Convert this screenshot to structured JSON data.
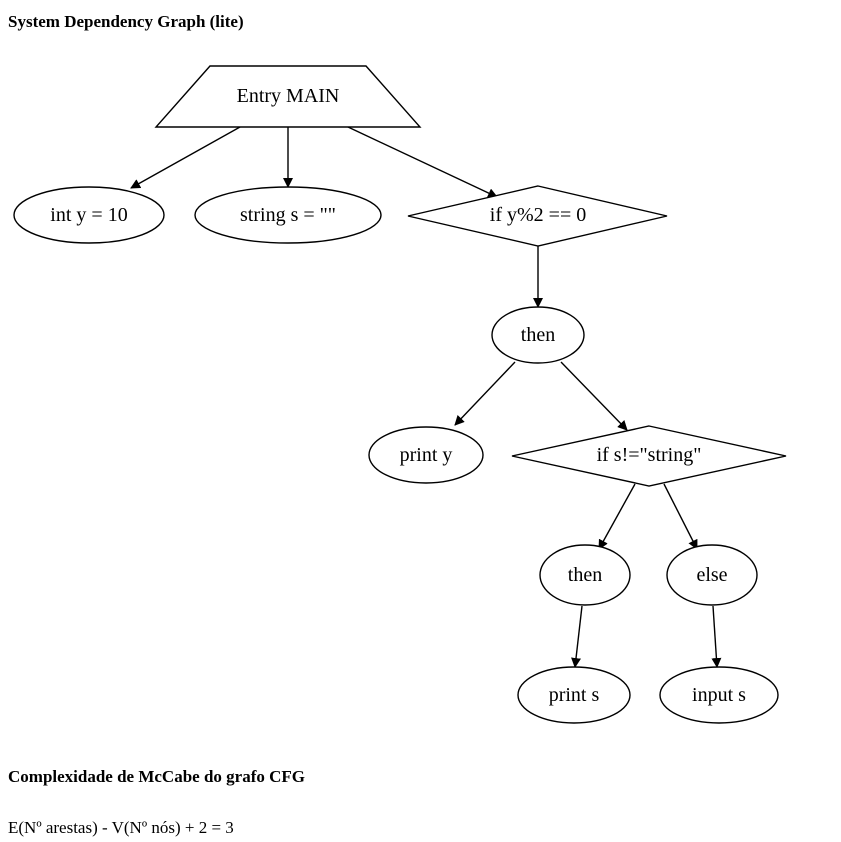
{
  "page": {
    "title": "System Dependency Graph (lite)",
    "mccabe_heading": "Complexidade de McCabe do grafo CFG",
    "mccabe_formula": "E(Nº arestas) - V(Nº nós) + 2 = 3"
  },
  "graph": {
    "nodes": {
      "entry": {
        "label": "Entry MAIN",
        "shape": "trapezium"
      },
      "int_y": {
        "label": "int y = 10",
        "shape": "ellipse"
      },
      "string_s": {
        "label": "string s = \"\"",
        "shape": "ellipse"
      },
      "if_y": {
        "label": "if y%2 == 0",
        "shape": "diamond"
      },
      "then1": {
        "label": "then",
        "shape": "ellipse"
      },
      "print_y": {
        "label": "print y",
        "shape": "ellipse"
      },
      "if_s": {
        "label": "if s!=\"string\"",
        "shape": "diamond"
      },
      "then2": {
        "label": "then",
        "shape": "ellipse"
      },
      "else": {
        "label": "else",
        "shape": "ellipse"
      },
      "print_s": {
        "label": "print s",
        "shape": "ellipse"
      },
      "input_s": {
        "label": "input s",
        "shape": "ellipse"
      }
    },
    "edges": [
      [
        "entry",
        "int_y"
      ],
      [
        "entry",
        "string_s"
      ],
      [
        "entry",
        "if_y"
      ],
      [
        "if_y",
        "then1"
      ],
      [
        "then1",
        "print_y"
      ],
      [
        "then1",
        "if_s"
      ],
      [
        "if_s",
        "then2"
      ],
      [
        "if_s",
        "else"
      ],
      [
        "then2",
        "print_s"
      ],
      [
        "else",
        "input_s"
      ]
    ],
    "colors": {
      "stroke": "#000000",
      "fill": "#ffffff",
      "text": "#000000"
    }
  }
}
